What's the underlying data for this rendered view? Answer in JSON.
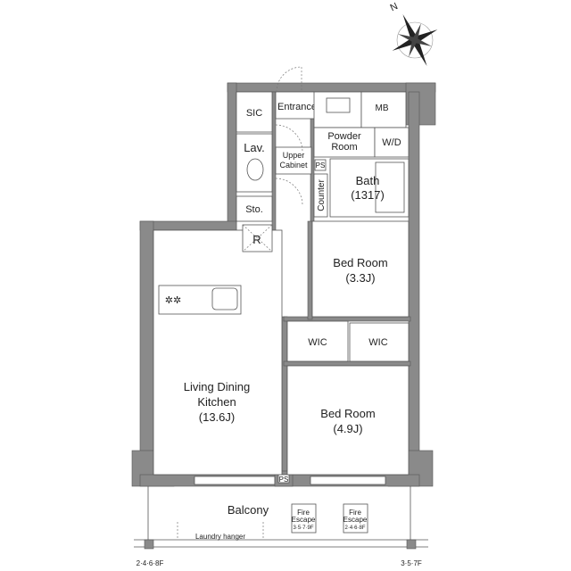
{
  "rooms": {
    "sic": "SIC",
    "entrance": "Entrance",
    "mb": "MB",
    "powder_room": [
      "Powder",
      "Room"
    ],
    "wd": "W/D",
    "lav": "Lav.",
    "upper_cabinet": [
      "Upper",
      "Cabinet"
    ],
    "ps_upper": "PS",
    "bath": [
      "Bath",
      "(1317)"
    ],
    "counter": "Counter",
    "sto": "Sto.",
    "r": "R",
    "bed_room_1": [
      "Bed Room",
      "(3.3J)"
    ],
    "wic_1": "WIC",
    "wic_2": "WIC",
    "ldk": [
      "Living Dining",
      "Kitchen",
      "(13.6J)"
    ],
    "bed_room_2": [
      "Bed Room",
      "(4.9J)"
    ],
    "ps_lower": "PS",
    "balcony": "Balcony",
    "fire_escape_1": [
      "Fire",
      "Escape",
      "3·5·7·9F"
    ],
    "fire_escape_2": [
      "Fire",
      "Escape",
      "2·4·6·8F"
    ],
    "laundry_hanger": "Laundry hanger",
    "floors_left": "2·4·6·8F",
    "floors_right": "3·5·7F"
  },
  "compass": {
    "north_label": "N",
    "icon": "compass-rose-icon"
  },
  "colors": {
    "wall": "#8a8a8a",
    "line": "#555555"
  }
}
